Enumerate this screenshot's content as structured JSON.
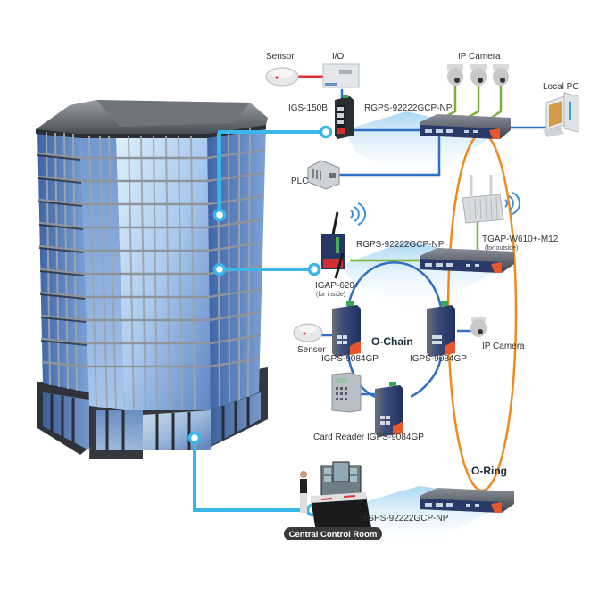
{
  "diagram": {
    "title": "Building network topology with O-Ring and O-Chain",
    "colors": {
      "building_link": "#3bb6ea",
      "ethernet_link": "#2f6fc4",
      "wireless_link": "#7bb23a",
      "serial_link": "#e03030",
      "o_ring": "#f08a1c",
      "o_chain": "#2f6fc4",
      "switch_accent": "#e8582a",
      "badge_bg": "#3a3a3a"
    },
    "devices": {
      "sensor_top": "Sensor",
      "io": "I/O",
      "igs150b": "IGS-150B",
      "rgps_top": "RGPS-92222GCP-NP",
      "ip_camera_top": "IP Camera",
      "local_pc": "Local  PC",
      "plc": "PLC",
      "igap620": "IGAP-620+",
      "igap620_note": "(for inside)",
      "rgps_mid": "RGPS-92222GCP-NP",
      "tgap": "TGAP-W610+-M12",
      "tgap_note": "(for outside)",
      "sensor_mid": "Sensor",
      "igps_left": "IGPS-9084GP",
      "igps_right": "IGPS-9084GP",
      "ip_camera_mid": "IP Camera",
      "card_reader": "Card Reader",
      "igps_bottom": "IGPS-9084GP",
      "rgps_bottom": "RGPS-92222GCP-NP",
      "control_room": "Central Control Room"
    },
    "topologies": {
      "o_chain": "O-Chain",
      "o_ring": "O-Ring"
    }
  }
}
